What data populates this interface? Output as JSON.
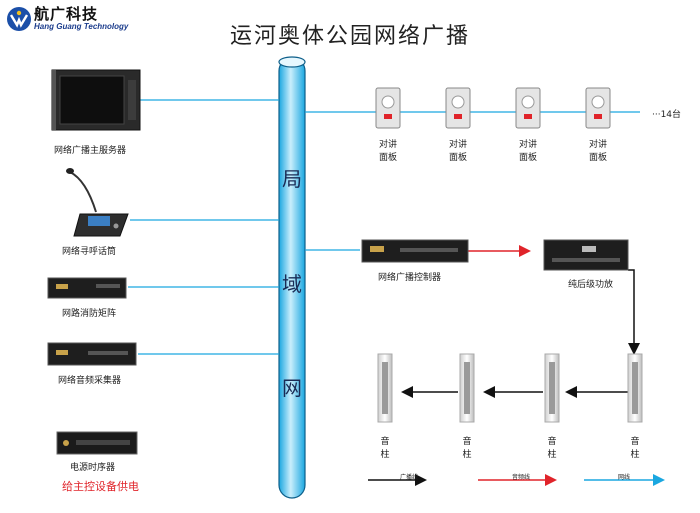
{
  "logo": {
    "name": "航广科技",
    "subtitle": "Hang Guang Technology"
  },
  "title": "运河奥体公园网络广播",
  "network": {
    "chars": [
      "局",
      "域",
      "网"
    ]
  },
  "left_devices": [
    {
      "label": "网络广播主服务器"
    },
    {
      "label": "网络寻呼话筒"
    },
    {
      "label": "网路消防矩阵"
    },
    {
      "label": "网络音频采集器"
    },
    {
      "label": "电源时序器"
    }
  ],
  "power_note": "给主控设备供电",
  "panels": [
    {
      "label_1": "对讲",
      "label_2": "面板"
    },
    {
      "label_1": "对讲",
      "label_2": "面板"
    },
    {
      "label_1": "对讲",
      "label_2": "面板"
    },
    {
      "label_1": "对讲",
      "label_2": "面板"
    }
  ],
  "panel_more": "···14台",
  "controller_label": "网络广播控制器",
  "amplifier_label": "纯后级功放",
  "speakers": [
    {
      "label_1": "音",
      "label_2": "柱"
    },
    {
      "label_1": "音",
      "label_2": "柱"
    },
    {
      "label_1": "音",
      "label_2": "柱"
    },
    {
      "label_1": "音",
      "label_2": "柱"
    }
  ],
  "legend": [
    {
      "label": "广播线",
      "color": "#111111"
    },
    {
      "label": "音频线",
      "color": "#e0242a"
    },
    {
      "label": "网线",
      "color": "#1aa7e0"
    }
  ],
  "colors": {
    "network_line": "#1aa7e0",
    "audio_line": "#e0242a",
    "speaker_line": "#111111"
  }
}
